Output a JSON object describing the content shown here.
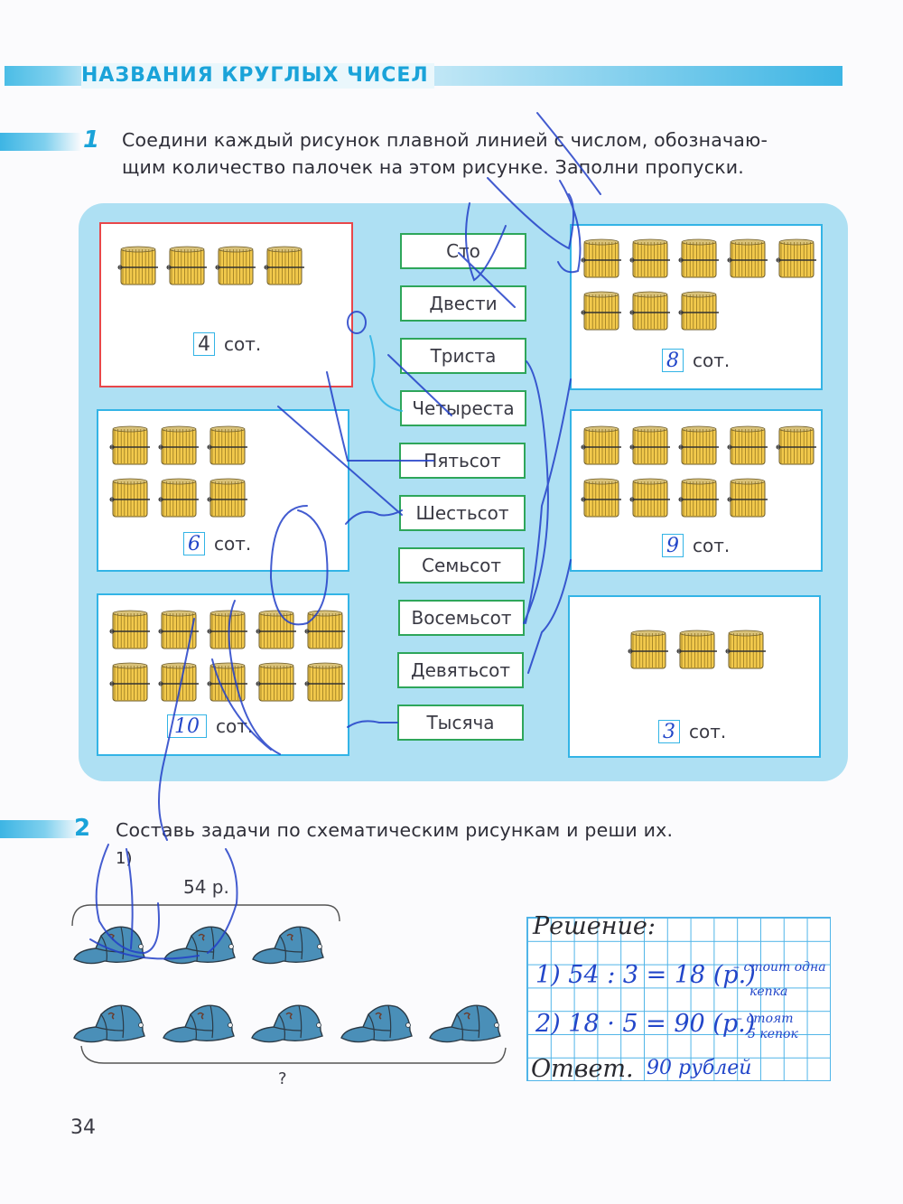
{
  "page": {
    "section_title": "НАЗВАНИЯ КРУГЛЫХ ЧИСЕЛ",
    "page_number": "34"
  },
  "task1": {
    "number": "1",
    "text_line1": "Соедини каждый рисунок плавной линией с числом, обозначаю-",
    "text_line2": "щим количество палочек на этом рисунке. Заполни пропуски.",
    "unit_label": "сот.",
    "cards": [
      {
        "id": "card-4",
        "bundles": 4,
        "answer": "4",
        "printed": true,
        "border": "red"
      },
      {
        "id": "card-6",
        "bundles": 6,
        "answer": "6",
        "printed": false,
        "border": "blue"
      },
      {
        "id": "card-10",
        "bundles": 10,
        "answer": "10",
        "printed": false,
        "border": "blue"
      },
      {
        "id": "card-8",
        "bundles": 8,
        "answer": "8",
        "printed": false,
        "border": "blue"
      },
      {
        "id": "card-9",
        "bundles": 9,
        "answer": "9",
        "printed": false,
        "border": "blue"
      },
      {
        "id": "card-3",
        "bundles": 3,
        "answer": "3",
        "printed": false,
        "border": "blue"
      }
    ],
    "number_words": [
      "Сто",
      "Двести",
      "Триста",
      "Четыреста",
      "Пятьсот",
      "Шестьсот",
      "Семьсот",
      "Восемьсот",
      "Девятьсот",
      "Тысяча"
    ]
  },
  "task2": {
    "number": "2",
    "text": "Составь задачи по схематическим рисункам и реши их.",
    "sub_number": "1)",
    "price_label": "54 р.",
    "unknown_label": "?",
    "caps_top_row": 3,
    "caps_bottom_row": 5,
    "solution": {
      "heading": "Решение:",
      "step1": "1) 54 : 3 = 18 (р.)",
      "step1_note_line1": "– стоит одна",
      "step1_note_line2": "кепка",
      "step2": "2) 18 · 5 = 90 (р.)",
      "step2_note_line1": "– стоят",
      "step2_note_line2": "5 кепок",
      "answer_label": "Ответ.",
      "answer_value": "90 рублей"
    }
  },
  "colors": {
    "accent_blue": "#1aa3d9",
    "panel_bg": "#aee0f3",
    "card_border": "#33b4e6",
    "highlight_border": "#e8474a",
    "word_border": "#2ea65a",
    "bundle_yellow": "#f2c94c",
    "cap_blue": "#4a8fb8",
    "ink_blue": "#2246c9"
  }
}
